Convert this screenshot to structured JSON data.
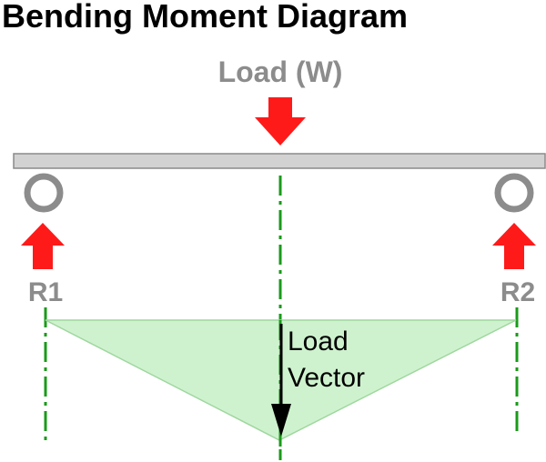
{
  "title": "Bending Moment Diagram",
  "load": {
    "label": "Load (W)"
  },
  "reactions": {
    "left": "R1",
    "right": "R2"
  },
  "load_vector": {
    "line1": "Load",
    "line2": "Vector"
  },
  "colors": {
    "beam_fill": "#d2d2d2",
    "beam_stroke": "#8a8a8a",
    "support": "#8c8c8c",
    "arrow": "#ff1a1a",
    "centerline": "#1a9a1a",
    "moment_fill": "#c9f1c9",
    "moment_stroke": "#9fd69f",
    "vector_arrow": "#000000"
  }
}
